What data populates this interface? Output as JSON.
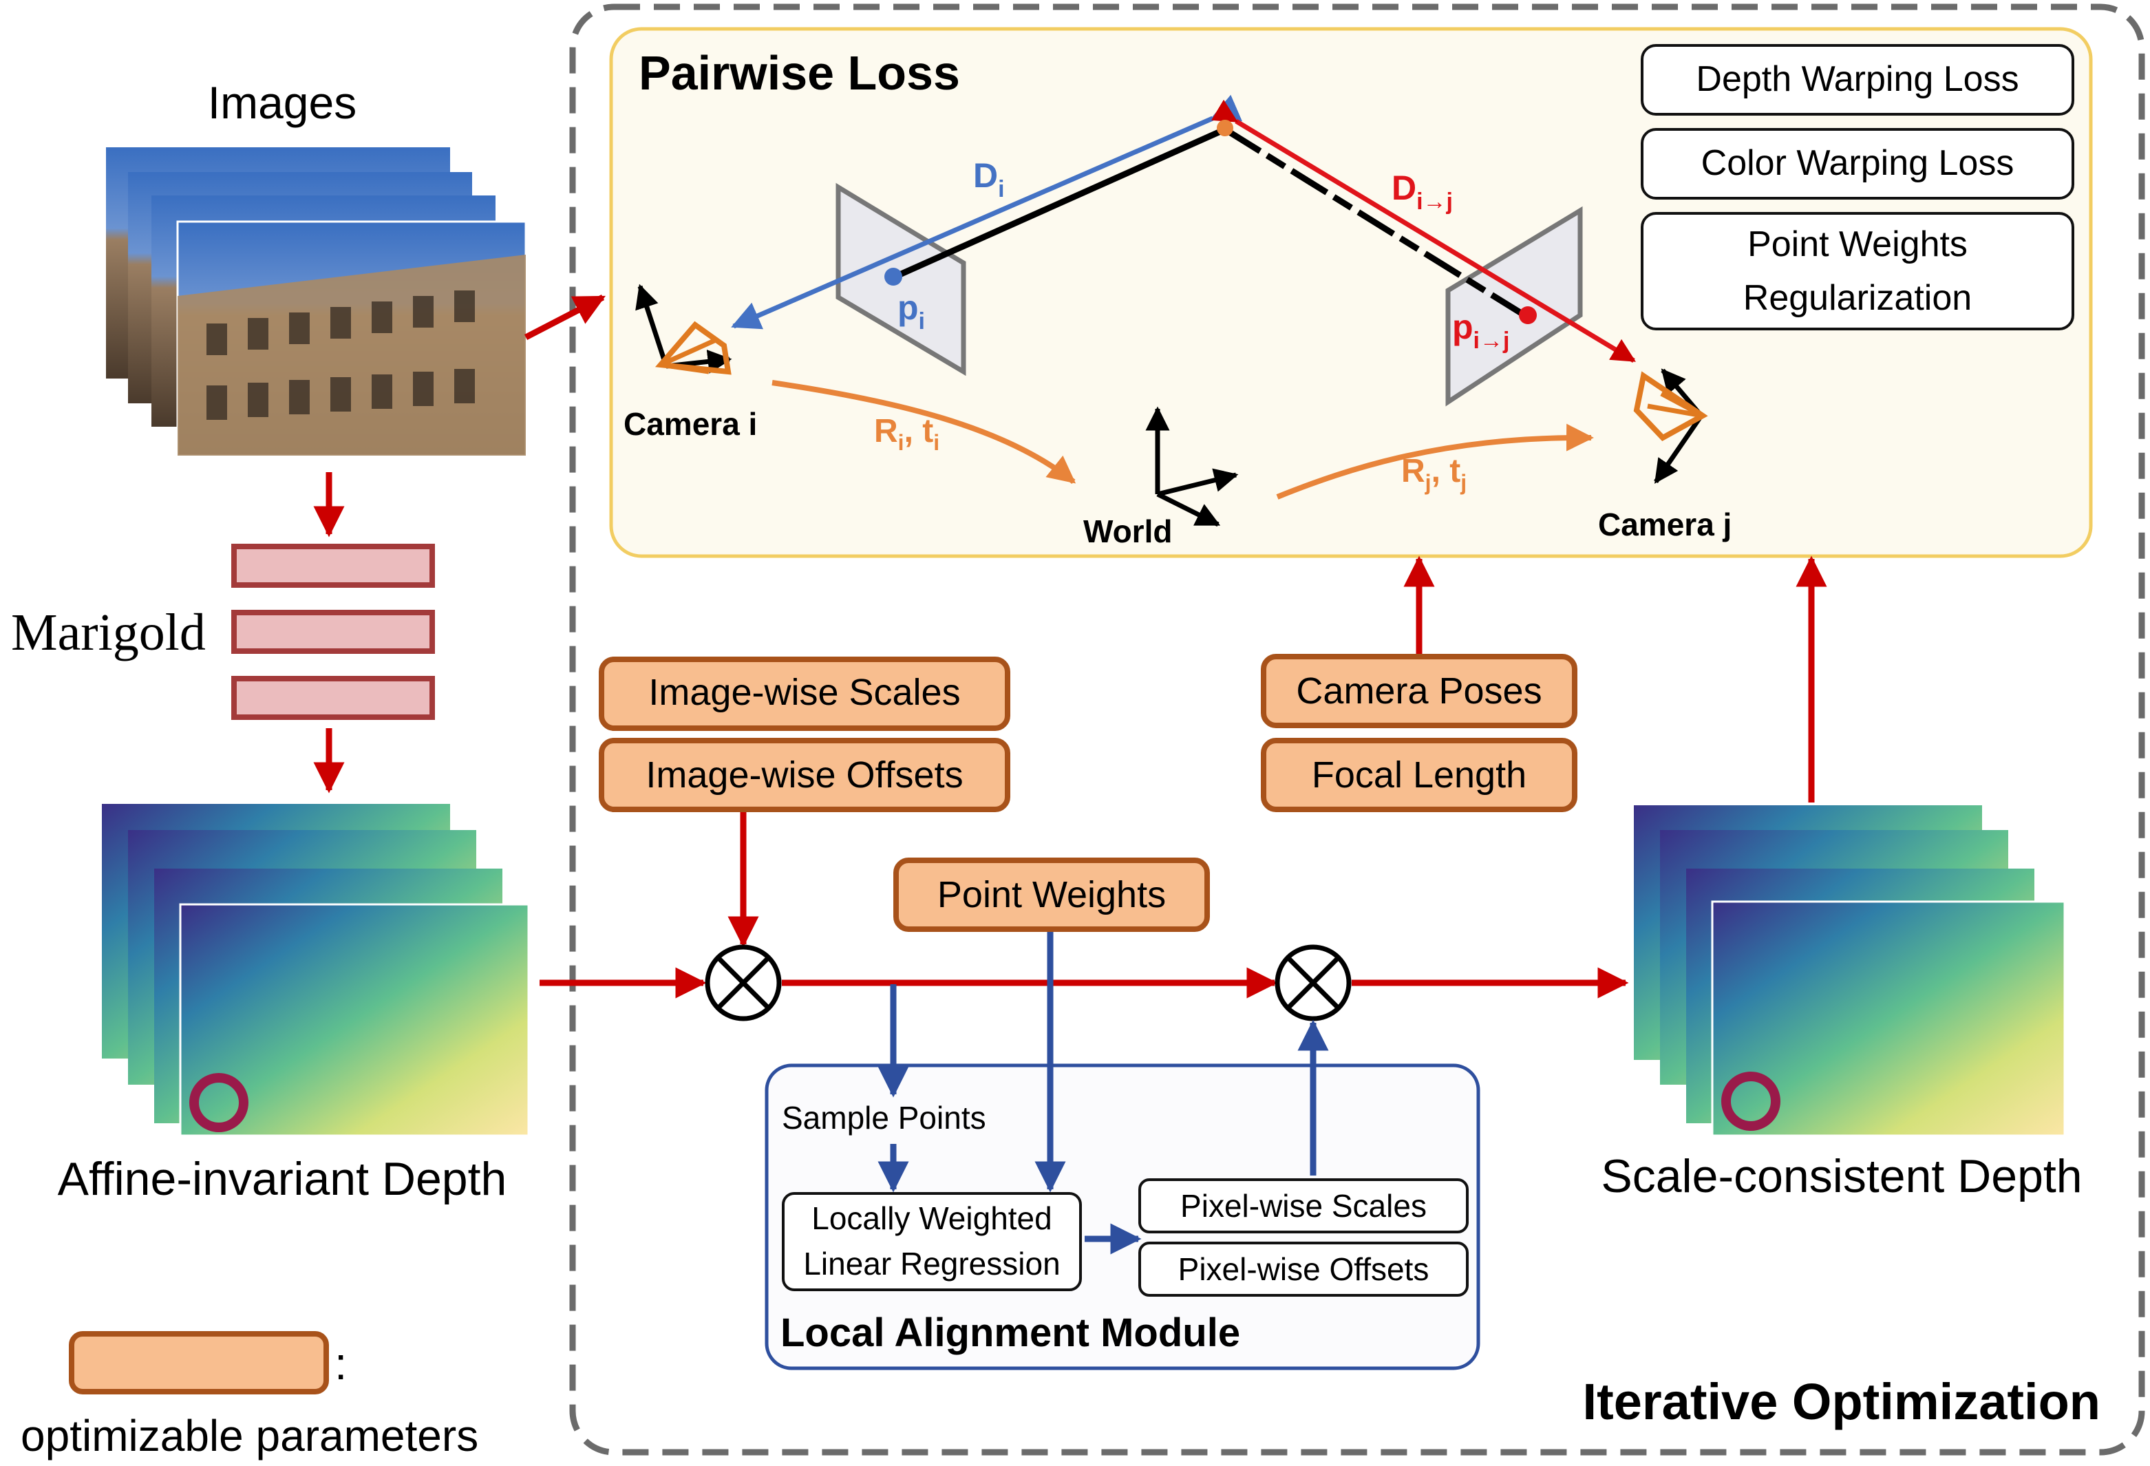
{
  "title_pairwise": "Pairwise Loss",
  "title_iterative": "Iterative Optimization",
  "title_local": "Local Alignment Module",
  "label_images": "Images",
  "label_marigold": "Marigold",
  "label_affine": "Affine-invariant Depth",
  "label_scale": "Scale-consistent Depth",
  "label_legend": "optimizable parameters",
  "legend_colon": ":",
  "losses": [
    "Depth Warping Loss",
    "Color Warping Loss"
  ],
  "loss3_line1": "Point Weights",
  "loss3_line2": "Regularization",
  "params": {
    "image_scales": "Image-wise Scales",
    "image_offsets": "Image-wise Offsets",
    "camera_poses": "Camera Poses",
    "focal_length": "Focal Length",
    "point_weights": "Point Weights"
  },
  "local": {
    "sample_points": "Sample Points",
    "lwlr_line1": "Locally Weighted",
    "lwlr_line2": "Linear Regression",
    "pixel_scales": "Pixel-wise Scales",
    "pixel_offsets": "Pixel-wise Offsets"
  },
  "geometry": {
    "camera_i": "Camera i",
    "camera_j": "Camera j",
    "world": "World",
    "d_i": "D",
    "d_i_sub": "i",
    "d_ij": "D",
    "d_ij_sub": "i→j",
    "p_i": "p",
    "p_i_sub": "i",
    "p_ij": "p",
    "p_ij_sub": "i→j",
    "r_i": "R",
    "r_i_sub": "i",
    "r_i_t": ", t",
    "r_i_t_sub": "i",
    "r_j": "R",
    "r_j_sub": "j",
    "r_j_t": ", t",
    "r_j_t_sub": "j"
  },
  "colors": {
    "red": "#cc0000",
    "blue": "#2e4f9e",
    "orange": "#e8843a",
    "param_fill": "#f8be8f",
    "param_stroke": "#a8521a",
    "pairwise_fill": "#fdfaef",
    "pairwise_stroke": "#f2cd62",
    "local_fill": "#fbfbfd",
    "local_stroke": "#2e4f9e",
    "marigold_fill": "#ebbcbe",
    "marigold_stroke": "#a33a3a"
  }
}
